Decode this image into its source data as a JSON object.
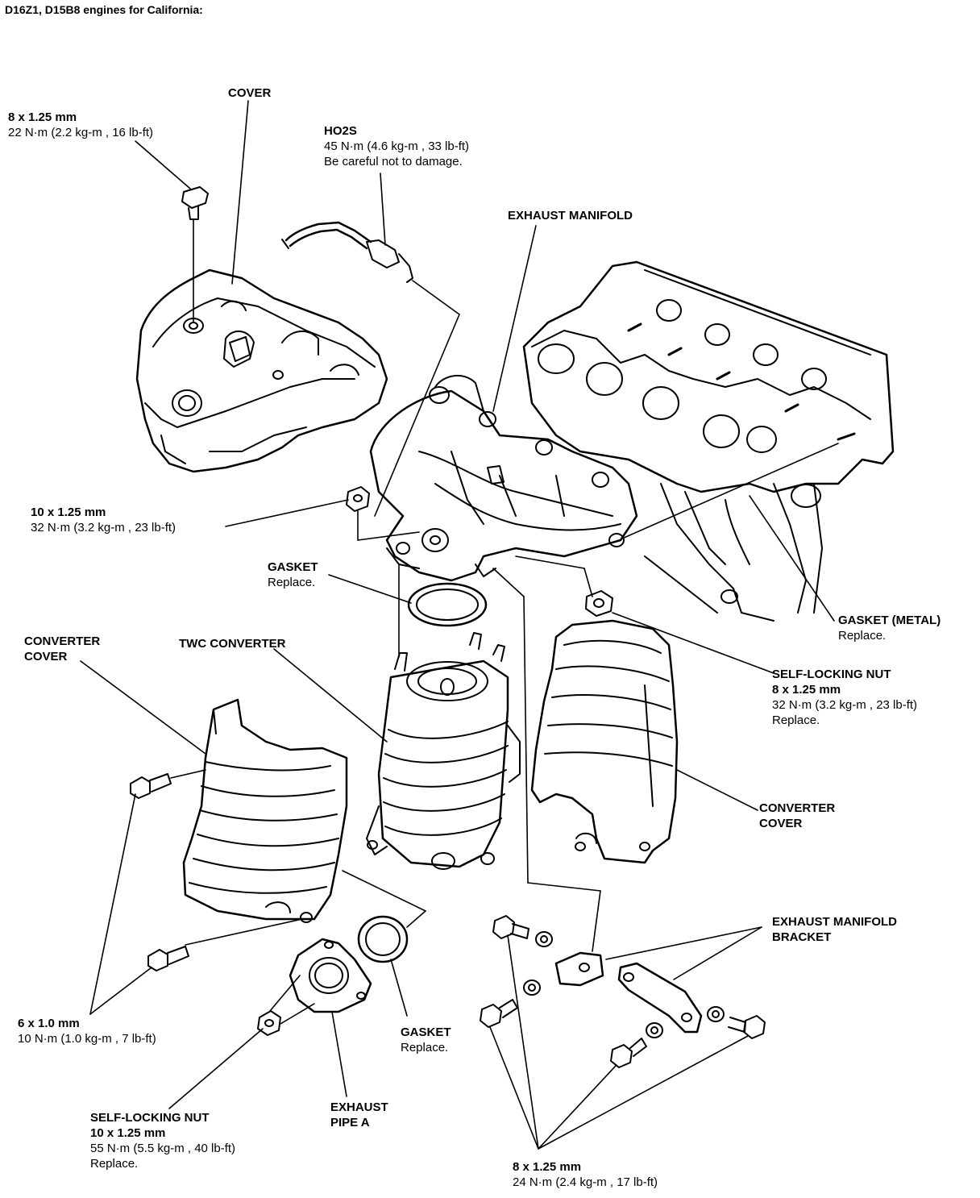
{
  "title": "D16Z1, D15B8 engines for California:",
  "labels": {
    "cover": {
      "name": "COVER"
    },
    "cover_bolt": {
      "size": "8 x 1.25 mm",
      "torque": "22 N·m (2.2 kg-m , 16 lb-ft)"
    },
    "ho2s": {
      "name": "HO2S",
      "torque": "45 N·m (4.6 kg-m , 33 lb-ft)",
      "note": "Be careful not to damage."
    },
    "exhaust_manifold": {
      "name": "EXHAUST MANIFOLD"
    },
    "manifold_nut": {
      "size": "10 x 1.25 mm",
      "torque": "32 N·m (3.2 kg-m , 23 lb-ft)"
    },
    "gasket_upper": {
      "name": "GASKET",
      "note": "Replace."
    },
    "gasket_metal": {
      "name": "GASKET (METAL)",
      "note": "Replace."
    },
    "converter_cover_left": {
      "line1": "CONVERTER",
      "line2": "COVER"
    },
    "twc_converter": {
      "name": "TWC CONVERTER"
    },
    "self_locking_nut_8": {
      "name": "SELF-LOCKING NUT",
      "size": "8 x 1.25 mm",
      "torque": "32 N·m (3.2 kg-m , 23 lb-ft)",
      "note": "Replace."
    },
    "converter_cover_right": {
      "line1": "CONVERTER",
      "line2": "COVER"
    },
    "manifold_bracket": {
      "line1": "EXHAUST MANIFOLD",
      "line2": "BRACKET"
    },
    "bolt_6": {
      "size": "6 x 1.0 mm",
      "torque": "10 N·m (1.0 kg-m , 7 lb-ft)"
    },
    "gasket_lower": {
      "name": "GASKET",
      "note": "Replace."
    },
    "self_locking_nut_10": {
      "name": "SELF-LOCKING NUT",
      "size": "10 x 1.25 mm",
      "torque": "55 N·m (5.5 kg-m , 40 lb-ft)",
      "note": "Replace."
    },
    "exhaust_pipe_a": {
      "line1": "EXHAUST",
      "line2": "PIPE A"
    },
    "bracket_bolt": {
      "size": "8 x 1.25 mm",
      "torque": "24 N·m (2.4 kg-m , 17 lb-ft)"
    }
  }
}
